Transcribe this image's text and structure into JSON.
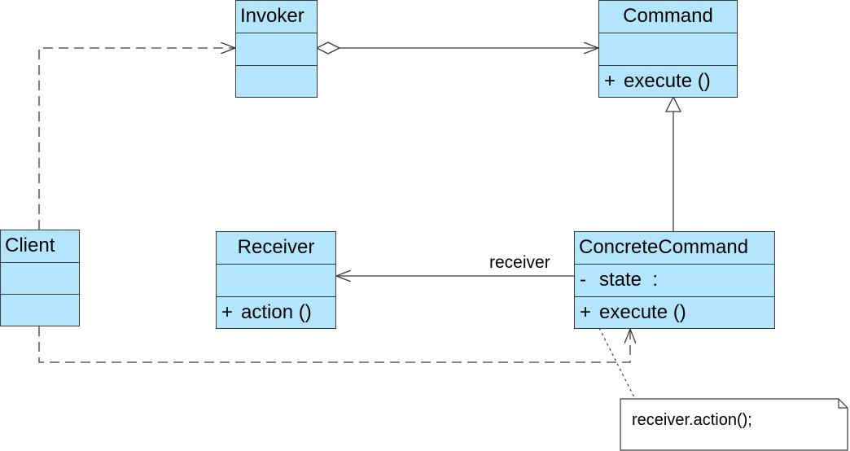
{
  "classes": {
    "invoker": {
      "name": "Invoker",
      "attributes": "",
      "operations": ""
    },
    "command": {
      "name": "Command",
      "attributes": "",
      "operation_visibility": "+",
      "operation": "execute ()"
    },
    "client": {
      "name": "Client",
      "attributes": "",
      "operations": ""
    },
    "receiver": {
      "name": "Receiver",
      "attributes": "",
      "operation_visibility": "+",
      "operation": "action ()"
    },
    "concrete_command": {
      "name": "ConcreteCommand",
      "attribute_visibility": "-",
      "attribute": "state  :",
      "operation_visibility": "+",
      "operation": "execute ()"
    }
  },
  "relationships": {
    "receiver_role": "receiver"
  },
  "note": {
    "text": "receiver.action();"
  },
  "colors": {
    "class_fill": "#b3e5fc",
    "line": "#3a3a3a"
  }
}
